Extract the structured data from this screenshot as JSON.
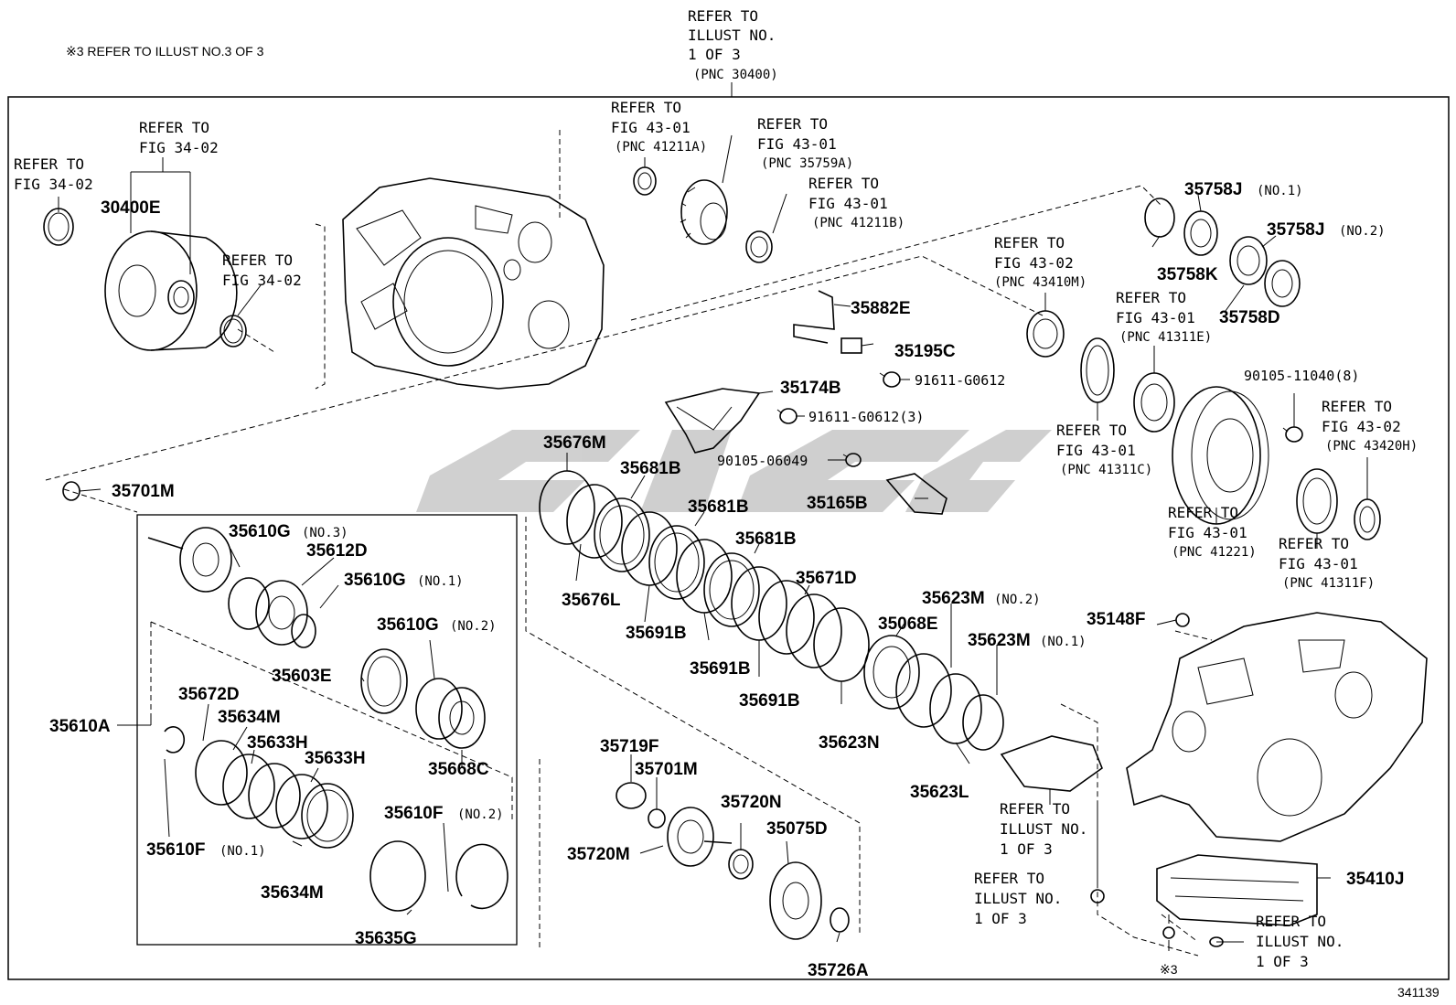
{
  "header": {
    "note": "※3 REFER TO ILLUST NO.3 OF 3",
    "top_ref": [
      "REFER TO",
      "ILLUST NO.",
      "1 OF 3",
      "(PNC 30400)"
    ]
  },
  "figure_number": "341139",
  "refs": {
    "r_fig3402_a": [
      "REFER TO",
      "FIG 34-02"
    ],
    "r_fig3402_b": [
      "REFER TO",
      "FIG 34-02"
    ],
    "r_fig3402_c": [
      "REFER TO",
      "FIG 34-02"
    ],
    "r_41211a": [
      "REFER TO",
      "FIG 43-01",
      "(PNC 41211A)"
    ],
    "r_35759a": [
      "REFER TO",
      "FIG 43-01",
      "(PNC 35759A)"
    ],
    "r_41211b": [
      "REFER TO",
      "FIG 43-01",
      "(PNC 41211B)"
    ],
    "r_43410m": [
      "REFER TO",
      "FIG 43-02",
      "(PNC 43410M)"
    ],
    "r_41311e": [
      "REFER TO",
      "FIG 43-01",
      "(PNC 41311E)"
    ],
    "r_41311c": [
      "REFER TO",
      "FIG 43-01",
      "(PNC 41311C)"
    ],
    "r_43420h": [
      "REFER TO",
      "FIG 43-02",
      "(PNC 43420H)"
    ],
    "r_41221": [
      "REFER TO",
      "FIG 43-01",
      "(PNC 41221)"
    ],
    "r_41311f": [
      "REFER TO",
      "FIG 43-01",
      "(PNC 41311F)"
    ],
    "r_illust_a": [
      "REFER TO",
      "ILLUST NO.",
      "1 OF 3"
    ],
    "r_illust_b": [
      "REFER TO",
      "ILLUST NO.",
      "1 OF 3"
    ],
    "r_illust_c": [
      "REFER TO",
      "ILLUST NO.",
      "1 OF 3"
    ]
  },
  "parts": {
    "p30400E": "30400E",
    "p35758J_1": "35758J",
    "p35758J_1_note": "(NO.1)",
    "p35758J_2": "35758J",
    "p35758J_2_note": "(NO.2)",
    "p35758K": "35758K",
    "p35758D": "35758D",
    "p35882E": "35882E",
    "p35195C": "35195C",
    "p91611a": "91611-G0612",
    "p35174B": "35174B",
    "p91611b": "91611-G0612(3)",
    "p90105_11040": "90105-11040(8)",
    "p90105_06049": "90105-06049",
    "p35165B": "35165B",
    "p35701M_a": "35701M",
    "p35676M": "35676M",
    "p35681B_a": "35681B",
    "p35681B_b": "35681B",
    "p35681B_c": "35681B",
    "p35671D": "35671D",
    "p35676L": "35676L",
    "p35691B_a": "35691B",
    "p35691B_b": "35691B",
    "p35691B_c": "35691B",
    "p35623M_2": "35623M",
    "p35623M_2_note": "(NO.2)",
    "p35623M_1": "35623M",
    "p35623M_1_note": "(NO.1)",
    "p35068E": "35068E",
    "p35623N": "35623N",
    "p35623L": "35623L",
    "p35148F": "35148F",
    "p35610G_3": "35610G",
    "p35610G_3_note": "(NO.3)",
    "p35612D": "35612D",
    "p35610G_1": "35610G",
    "p35610G_1_note": "(NO.1)",
    "p35610G_2": "35610G",
    "p35610G_2_note": "(NO.2)",
    "p35603E": "35603E",
    "p35668C": "35668C",
    "p35610A": "35610A",
    "p35672D": "35672D",
    "p35634M_a": "35634M",
    "p35633H_a": "35633H",
    "p35633H_b": "35633H",
    "p35610F_2": "35610F",
    "p35610F_2_note": "(NO.2)",
    "p35610F_1": "35610F",
    "p35610F_1_note": "(NO.1)",
    "p35634M_b": "35634M",
    "p35635G": "35635G",
    "p35719F": "35719F",
    "p35701M_b": "35701M",
    "p35720N": "35720N",
    "p35720M": "35720M",
    "p35075D": "35075D",
    "p35726A": "35726A",
    "p35410J": "35410J",
    "note3": "※3"
  }
}
